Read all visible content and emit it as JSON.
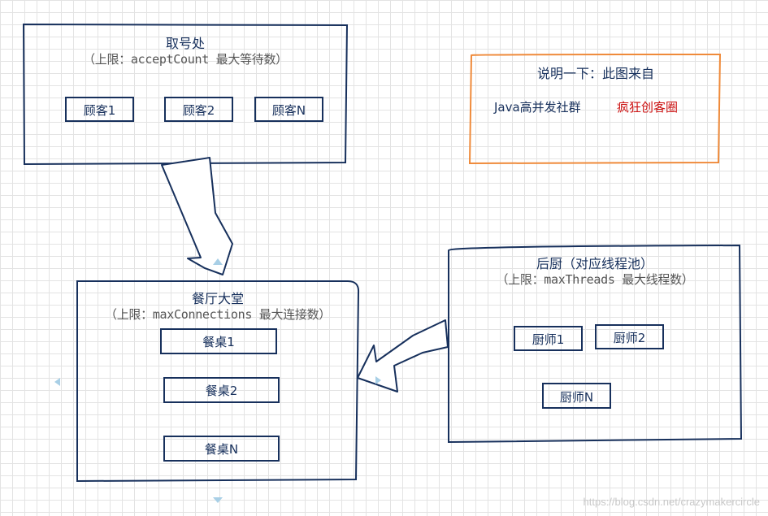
{
  "queue": {
    "title": "取号处",
    "subtitle": "（上限：acceptCount 最大等待数）",
    "items": [
      "顾客1",
      "顾客2",
      "顾客N"
    ]
  },
  "note": {
    "title": "说明一下：此图来自",
    "source": "Java高并发社群",
    "source_highlight": "疯狂创客圈"
  },
  "hall": {
    "title": "餐厅大堂",
    "subtitle": "（上限：maxConnections 最大连接数）",
    "items": [
      "餐桌1",
      "餐桌2",
      "餐桌N"
    ]
  },
  "kitchen": {
    "title": "后厨（对应线程池）",
    "subtitle": "（上限：maxThreads 最大线程数）",
    "items": [
      "厨师1",
      "厨师2",
      "厨师N"
    ]
  },
  "watermark": "https://blog.csdn.net/crazymakercircle",
  "colors": {
    "stroke": "#17305c",
    "note_border": "#ef8a3a",
    "highlight": "#cc1111",
    "marker": "#a8cfe6"
  }
}
